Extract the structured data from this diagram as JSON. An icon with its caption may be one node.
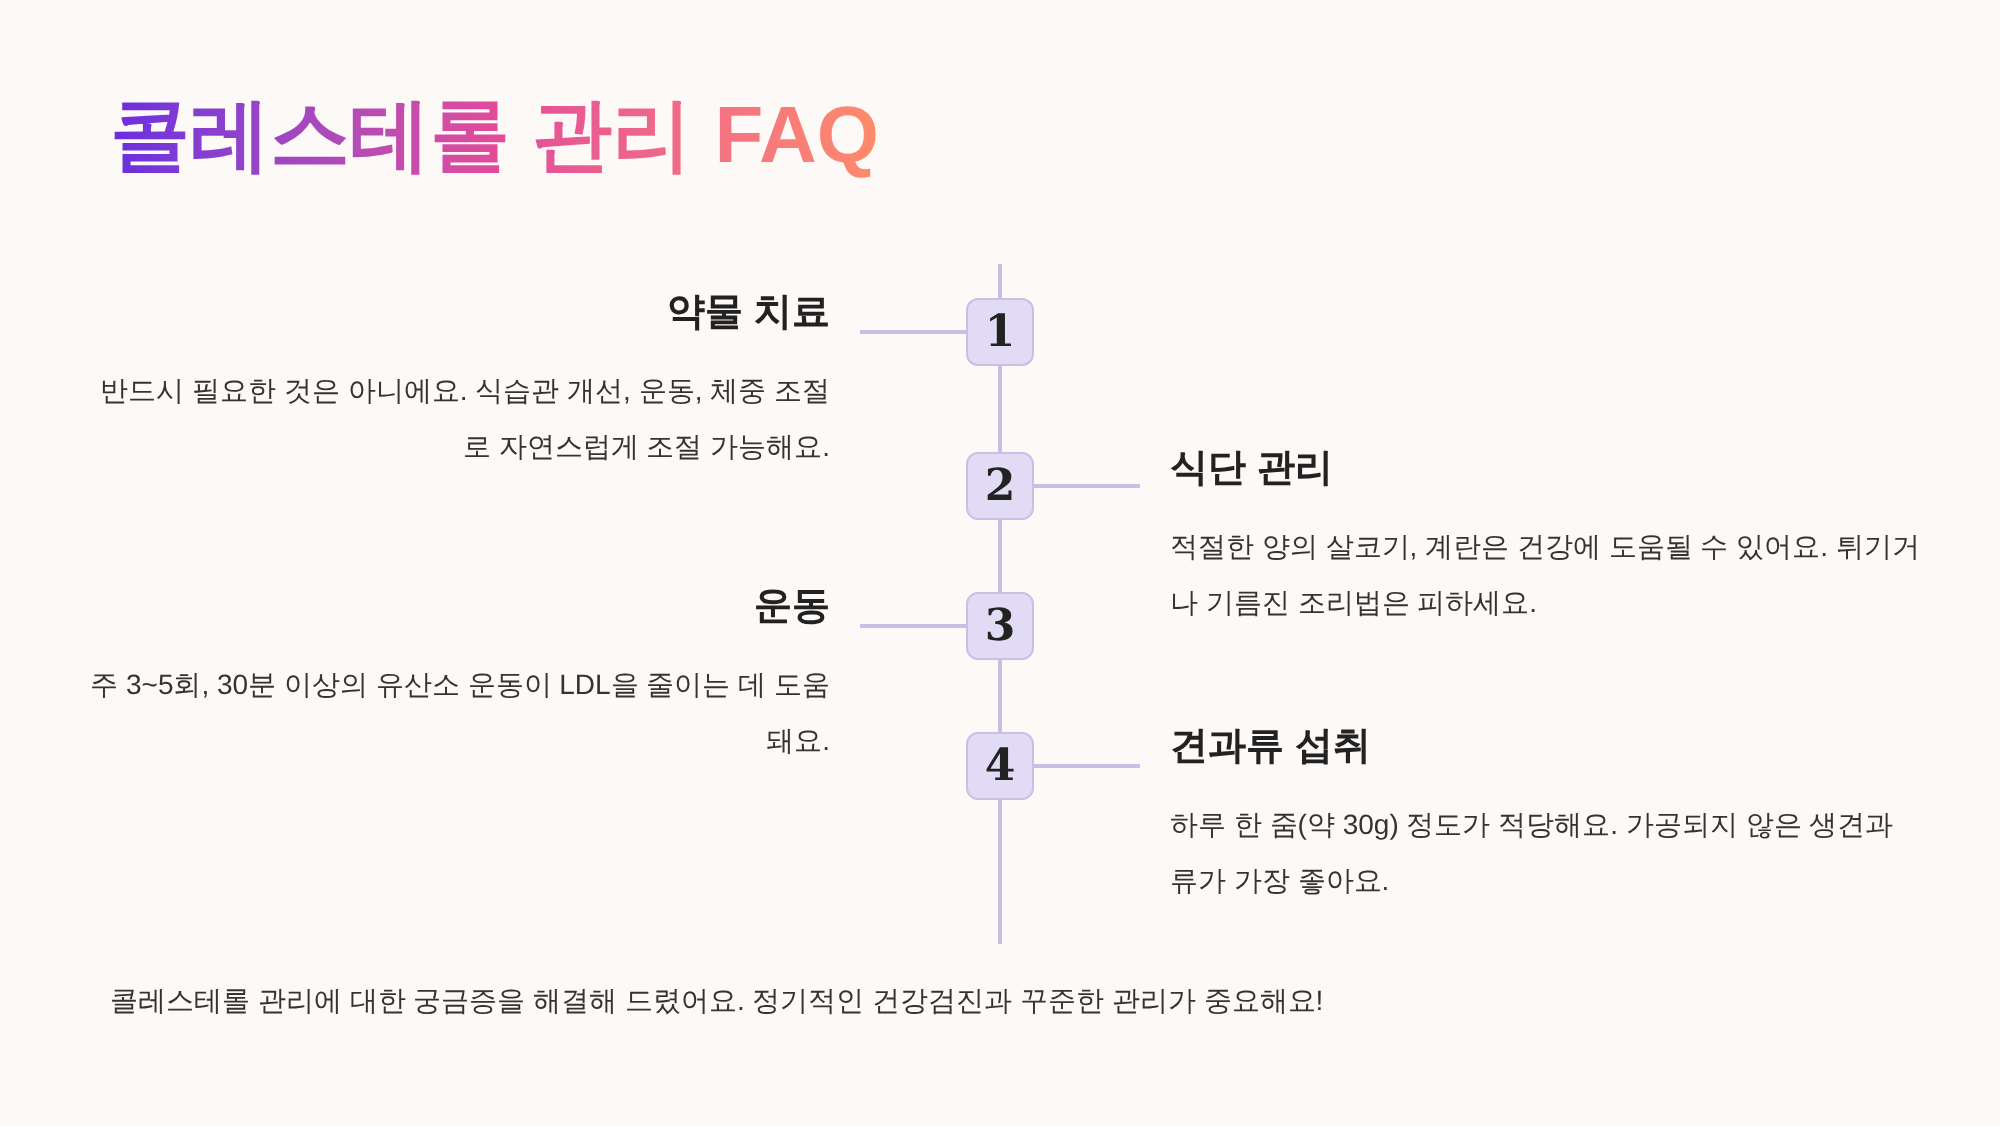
{
  "diagram": {
    "title": "콜레스테롤 관리 FAQ",
    "nodes": [
      {
        "text": [
          "1"
        ]
      },
      {
        "text": [
          "2"
        ]
      },
      {
        "text": [
          "3"
        ]
      },
      {
        "text": [
          "4"
        ]
      },
      {
        "text": [
          "약물 치료",
          "반드시 필요한 것은 아니에요. 식습관 개선, 운동, 체중 조절로 자연스럽게 조절 가능해요."
        ]
      },
      {
        "text": [
          "식단 관리",
          "적절한 양의 살코기, 계란은 건강에 도움될 수 있어요. 튀기거나 기름진 조리법은 피하세요."
        ]
      },
      {
        "text": [
          "운동",
          "주 3~5회, 30분 이상의 유산소 운동이 LDL을 줄이는 데 도움돼요."
        ]
      },
      {
        "text": [
          "견과류 섭취",
          "하루 한 줌(약 30g) 정도가 적당해요. 가공되지 않은 생견과류가 가장 좋아요."
        ]
      }
    ],
    "edges": [
      {
        "from": 0,
        "to": 1,
        "arrow": "none"
      },
      {
        "from": 1,
        "to": 2,
        "arrow": "none"
      },
      {
        "from": 2,
        "to": 3,
        "arrow": "none"
      },
      {
        "from": 0,
        "to": 4,
        "arrow": "none"
      },
      {
        "from": 1,
        "to": 5,
        "arrow": "none"
      },
      {
        "from": 2,
        "to": 6,
        "arrow": "none"
      },
      {
        "from": 3,
        "to": 7,
        "arrow": "none"
      }
    ],
    "labels": [
      "콜레스테롤 관리에 대한 궁금증을 해결해 드렸어요. 정기적인 건강검진과 꾸준한 관리가 중요해요!"
    ]
  }
}
